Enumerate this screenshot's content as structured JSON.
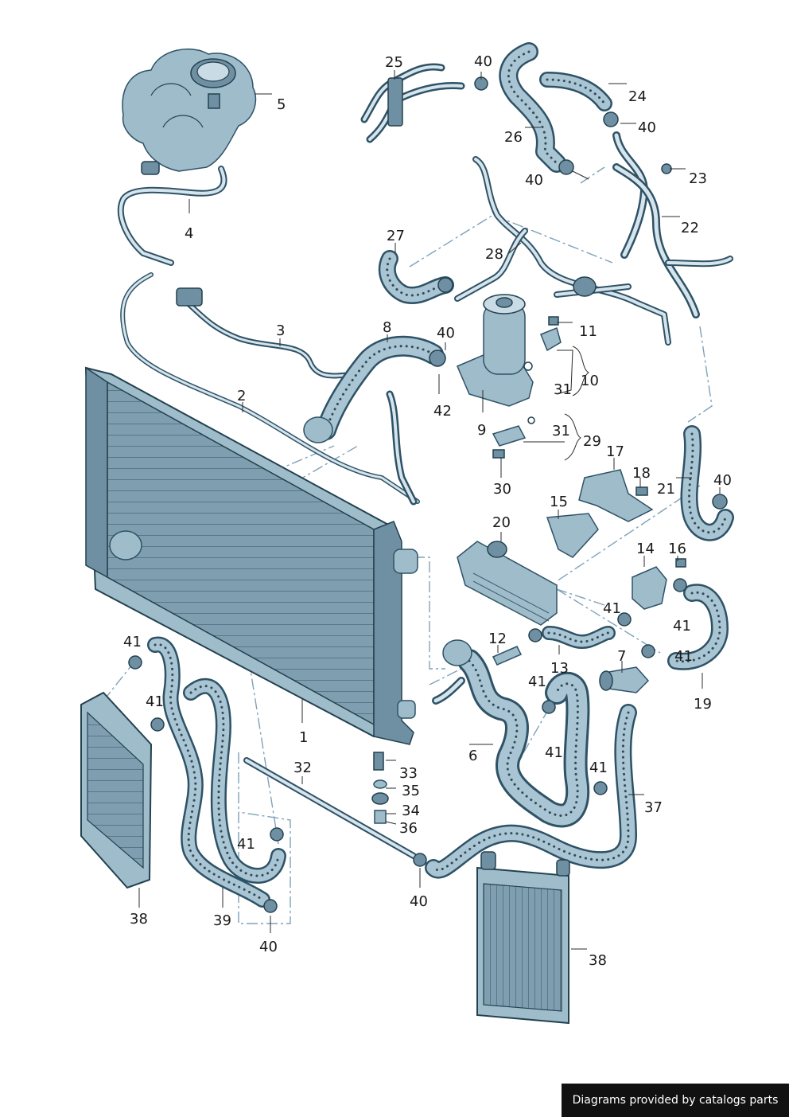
{
  "credit": "Diagrams provided by catalogs parts",
  "labels": [
    {
      "id": "1",
      "text": "1"
    },
    {
      "id": "2",
      "text": "2"
    },
    {
      "id": "3",
      "text": "3"
    },
    {
      "id": "4",
      "text": "4"
    },
    {
      "id": "5",
      "text": "5"
    },
    {
      "id": "6",
      "text": "6"
    },
    {
      "id": "7",
      "text": "7"
    },
    {
      "id": "8",
      "text": "8"
    },
    {
      "id": "9",
      "text": "9"
    },
    {
      "id": "10",
      "text": "10"
    },
    {
      "id": "11",
      "text": "11"
    },
    {
      "id": "12",
      "text": "12"
    },
    {
      "id": "13",
      "text": "13"
    },
    {
      "id": "14",
      "text": "14"
    },
    {
      "id": "15",
      "text": "15"
    },
    {
      "id": "16",
      "text": "16"
    },
    {
      "id": "17",
      "text": "17"
    },
    {
      "id": "18",
      "text": "18"
    },
    {
      "id": "19",
      "text": "19"
    },
    {
      "id": "20",
      "text": "20"
    },
    {
      "id": "21",
      "text": "21"
    },
    {
      "id": "22",
      "text": "22"
    },
    {
      "id": "23",
      "text": "23"
    },
    {
      "id": "24",
      "text": "24"
    },
    {
      "id": "25",
      "text": "25"
    },
    {
      "id": "26",
      "text": "26"
    },
    {
      "id": "27",
      "text": "27"
    },
    {
      "id": "28",
      "text": "28"
    },
    {
      "id": "29",
      "text": "29"
    },
    {
      "id": "30",
      "text": "30"
    },
    {
      "id": "31a",
      "text": "31"
    },
    {
      "id": "31b",
      "text": "31"
    },
    {
      "id": "32",
      "text": "32"
    },
    {
      "id": "33",
      "text": "33"
    },
    {
      "id": "34",
      "text": "34"
    },
    {
      "id": "35",
      "text": "35"
    },
    {
      "id": "36",
      "text": "36"
    },
    {
      "id": "37",
      "text": "37"
    },
    {
      "id": "38a",
      "text": "38"
    },
    {
      "id": "38b",
      "text": "38"
    },
    {
      "id": "39",
      "text": "39"
    },
    {
      "id": "40a",
      "text": "40"
    },
    {
      "id": "40b",
      "text": "40"
    },
    {
      "id": "40c",
      "text": "40"
    },
    {
      "id": "40d",
      "text": "40"
    },
    {
      "id": "40e",
      "text": "40"
    },
    {
      "id": "40f",
      "text": "40"
    },
    {
      "id": "40g",
      "text": "40"
    },
    {
      "id": "41a",
      "text": "41"
    },
    {
      "id": "41b",
      "text": "41"
    },
    {
      "id": "41c",
      "text": "41"
    },
    {
      "id": "41d",
      "text": "41"
    },
    {
      "id": "41e",
      "text": "41"
    },
    {
      "id": "41f",
      "text": "41"
    },
    {
      "id": "41g",
      "text": "41"
    },
    {
      "id": "41h",
      "text": "41"
    },
    {
      "id": "41i",
      "text": "41"
    },
    {
      "id": "42",
      "text": "42"
    }
  ]
}
